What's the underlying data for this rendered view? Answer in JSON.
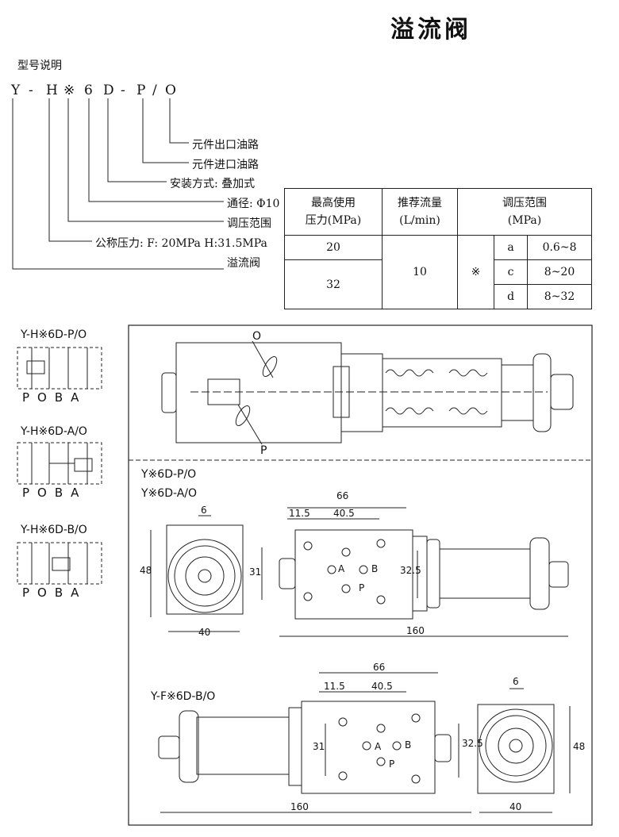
{
  "title": "溢流阀",
  "model_section": {
    "heading": "型号说明",
    "code_chars": [
      "Y",
      "-",
      "H",
      "※",
      "6",
      "D",
      "-",
      "P",
      "/",
      "O"
    ],
    "legend": [
      "元件出口油路",
      "元件进口油路",
      "安装方式: 叠加式",
      "通径: Φ10",
      "调压范围",
      "公称压力: F: 20MPa  H:31.5MPa",
      "溢流阀"
    ]
  },
  "spec_table": {
    "headers": {
      "max_pressure": [
        "最高使用",
        "压力(MPa)"
      ],
      "flow": [
        "推荐流量",
        "(L/min)"
      ],
      "range": [
        "调压范围",
        "(MPa)"
      ]
    },
    "pressures": [
      "20",
      "32"
    ],
    "flow": "10",
    "marker": "※",
    "ranges": [
      {
        "code": "a",
        "value": "0.6~8"
      },
      {
        "code": "c",
        "value": "8~20"
      },
      {
        "code": "d",
        "value": "8~32"
      }
    ]
  },
  "symbols": [
    {
      "label": "Y-H※6D-P/O",
      "ports": "POBA"
    },
    {
      "label": "Y-H※6D-A/O",
      "ports": "POBA"
    },
    {
      "label": "Y-H※6D-B/O",
      "ports": "POBA"
    }
  ],
  "drawings": {
    "section_labels": {
      "o": "O",
      "p": "P"
    },
    "view1_labels": [
      "Y※6D-P/O",
      "Y※6D-A/O"
    ],
    "view2_label": "Y-F※6D-B/O",
    "dims": {
      "d66": "66",
      "d11_5": "11.5",
      "d40_5": "40.5",
      "d6": "6",
      "d48": "48",
      "d31": "31",
      "d32_5": "32.5",
      "d40": "40",
      "d160": "160"
    },
    "port_letters": {
      "a": "A",
      "b": "B",
      "p": "P"
    }
  }
}
